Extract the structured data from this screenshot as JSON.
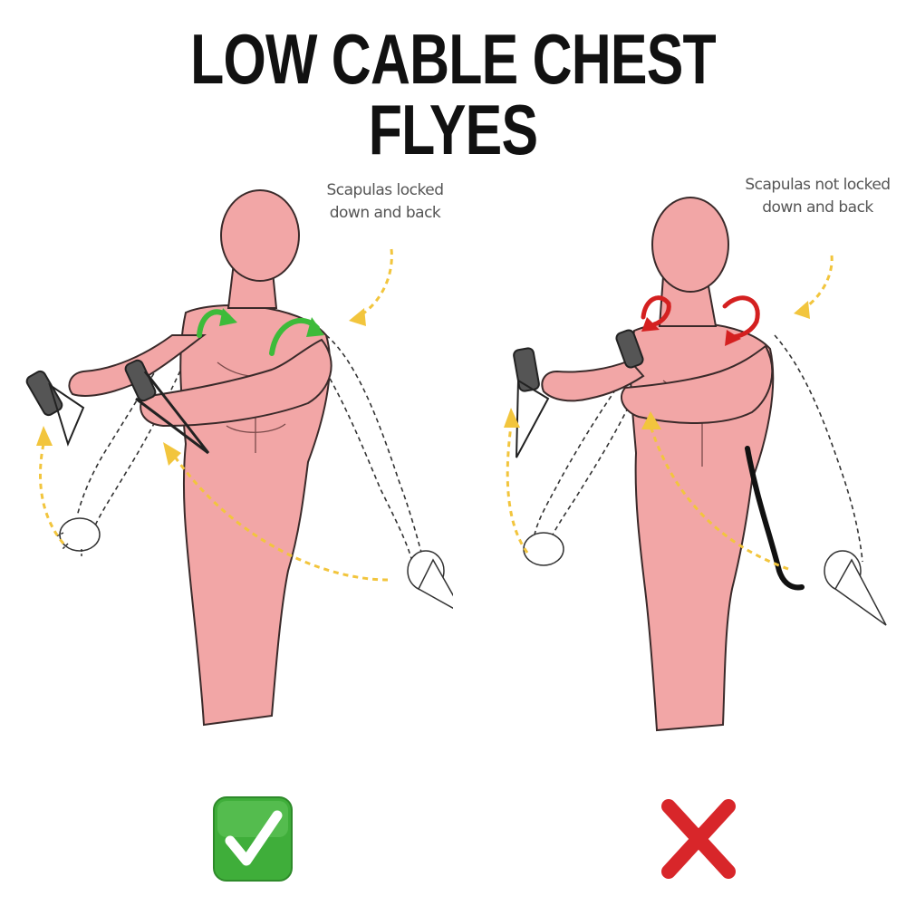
{
  "title": "LOW CABLE CHEST FLYES",
  "panels": [
    {
      "note": "Scapulas locked down and back",
      "verdict": "check-mark-icon",
      "rotation_arrow_color": "#3dbb3a"
    },
    {
      "note": "Scapulas not locked down and back",
      "verdict": "cross-mark-icon",
      "rotation_arrow_color": "#d42020"
    }
  ],
  "colors": {
    "figure_fill": "#f2a6a6",
    "figure_outline": "#3a2a2a",
    "motion_arrow": "#f2c53d",
    "check_fill": "#3fae3a",
    "cross_fill": "#d8262a"
  }
}
